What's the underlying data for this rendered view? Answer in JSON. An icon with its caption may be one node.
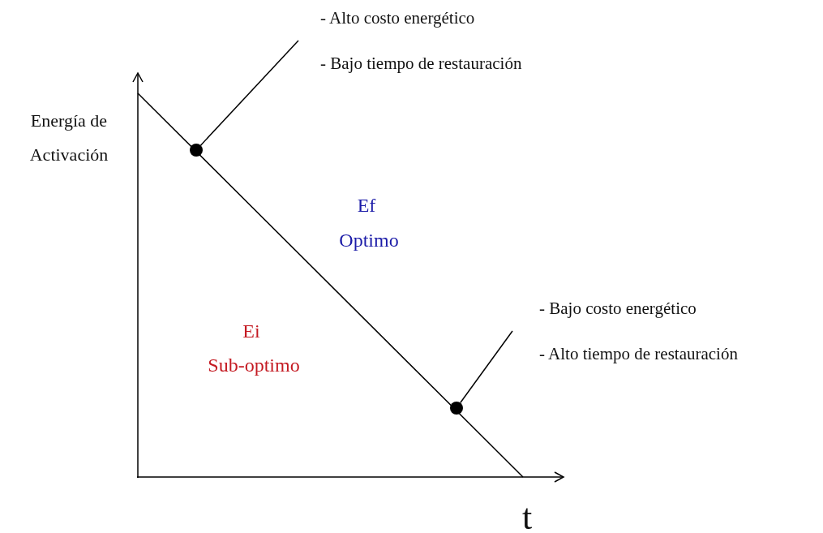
{
  "diagram": {
    "nodes": [
      {
        "text": [
          "- Alto costo energético",
          "- Bajo tiempo de restauración"
        ]
      },
      {
        "text": [],
        "shape": "circle"
      },
      {
        "text": [
          "- Bajo costo energético",
          "- Alto tiempo de restauración"
        ]
      },
      {
        "text": [],
        "shape": "circle"
      }
    ],
    "edges": [
      {
        "from": 0,
        "to": 1,
        "arrow": "none"
      },
      {
        "from": 2,
        "to": 3,
        "arrow": "none"
      }
    ],
    "labels": [
      "Energía de Activación",
      "Ef",
      "Optimo",
      "Ei",
      "Sub-optimo",
      "t"
    ]
  }
}
